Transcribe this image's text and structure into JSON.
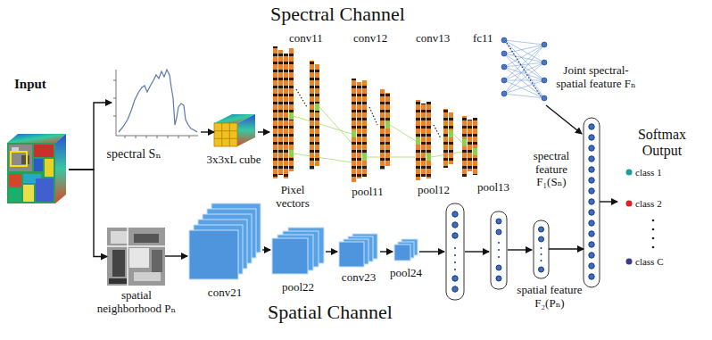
{
  "diagram": {
    "nodes": [
      {
        "text": [
          "Input"
        ]
      },
      {
        "text": [
          "spectral Sₙ"
        ]
      },
      {
        "text": [
          "3x3xL cube"
        ]
      },
      {
        "text": [
          "spatial neighborhood Pₙ"
        ]
      },
      {
        "text": [
          "conv21"
        ]
      },
      {
        "text": [
          "pool22"
        ]
      },
      {
        "text": [
          "conv23"
        ]
      },
      {
        "text": [
          "pool24"
        ]
      },
      {
        "text": [
          "spatial feature F₂(Pₙ)"
        ]
      },
      {
        "text": [
          "Joint spectral-spatial feature Fₙ"
        ]
      },
      {
        "text": [
          "Softmax Output",
          "class 1",
          "class 2",
          "class C"
        ]
      }
    ],
    "edges": [
      {
        "from": 0,
        "to": 1,
        "arrow": "to"
      },
      {
        "from": 0,
        "to": 3,
        "arrow": "to"
      },
      {
        "from": 1,
        "to": 2,
        "arrow": "to"
      },
      {
        "from": 3,
        "to": 4,
        "arrow": "to"
      },
      {
        "from": 4,
        "to": 5,
        "arrow": "to"
      },
      {
        "from": 5,
        "to": 6,
        "arrow": "to"
      },
      {
        "from": 6,
        "to": 7,
        "arrow": "to"
      },
      {
        "from": 8,
        "to": 9,
        "arrow": "to"
      },
      {
        "from": 9,
        "to": 10,
        "arrow": "to"
      }
    ],
    "labels": [
      "Spectral Channel",
      "Spatial Channel",
      "conv11",
      "conv12",
      "conv13",
      "fc11",
      "Pixel vectors",
      "pool11",
      "pool12",
      "pool13",
      "spectral feature F₁(Sₙ)"
    ]
  }
}
